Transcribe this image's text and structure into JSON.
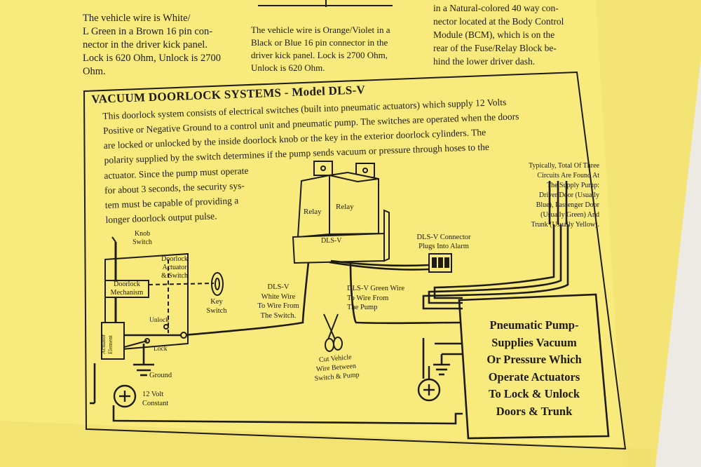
{
  "top": {
    "col1": [
      "The vehicle wire is White/",
      "L Green in a Brown 16 pin con-",
      "nector in the driver kick panel.",
      "Lock is 620 Ohm, Unlock is 2700",
      "Ohm."
    ],
    "col2": [
      "The vehicle wire is Orange/Violet in a",
      "Black or Blue 16 pin connector in the",
      "driver kick panel. Lock is 2700 Ohm,",
      "Unlock is 620 Ohm."
    ],
    "col3": [
      "in a Natural-colored 40 way con-",
      "nector located at the Body Control",
      "Module (BCM), which is on the",
      "rear of the Fuse/Relay Block be-",
      "hind the lower driver dash."
    ]
  },
  "section": {
    "title": "VACUUM DOORLOCK SYSTEMS - Model DLS-V",
    "body_wide": [
      "This doorlock system consists of electrical switches (built into pneumatic actuators) which supply 12 Volts",
      "Positive or Negative Ground to a control unit and pneumatic pump. The switches are operated when the doors",
      "are locked or unlocked by the inside doorlock knob or the key in the exterior doorlock cylinders.  The",
      "polarity supplied by the switch determines if the pump sends vacuum or pressure through hoses to the"
    ],
    "body_narrow": [
      "actuator. Since the pump must operate",
      "for about 3 seconds, the security sys-",
      "tem must be capable of providing a",
      "longer doorlock output pulse."
    ]
  },
  "diagram": {
    "typically_note": [
      "Typically, Total Of Three",
      "Circuits Are Found At",
      "The Supply Pump:",
      "Driver Door (Usually",
      "Blue), Passenger Door",
      "(Usually Green) And",
      "Trunk (Usually Yellow)."
    ],
    "relay1": "Relay",
    "relay2": "Relay",
    "module_label": "DLS-V",
    "connector_label": [
      "DLS-V Connector",
      "Plugs Into Alarm"
    ],
    "knob_switch": [
      "Knob",
      "Switch"
    ],
    "doorlock_actuator": [
      "Doorlock",
      "Actuator",
      "& Switch"
    ],
    "doorlock_mechanism": [
      "Doorlock",
      "Mechanism"
    ],
    "key_switch": [
      "Key",
      "Switch"
    ],
    "unlock": "Unlock",
    "lock": "Lock",
    "actuator_element": [
      "Actuator",
      "Element"
    ],
    "ground": "Ground",
    "twelve_volt": [
      "12 Volt",
      "Constant"
    ],
    "white_wire": [
      "DLS-V",
      "White Wire",
      "To Wire From",
      "The Switch."
    ],
    "green_wire": [
      "DLS-V Green Wire",
      "To Wire From",
      "The Pump"
    ],
    "cut_vehicle": [
      "Cut Vehicle",
      "Wire Between",
      "Switch & Pump"
    ],
    "pump_box": [
      "Pneumatic Pump-",
      "Supplies Vacuum",
      "Or Pressure Which",
      "Operate Actuators",
      "To Lock & Unlock",
      "Doors & Trunk"
    ]
  },
  "colors": {
    "paper": "#f8ea7c",
    "paper_shade": "#ecd864",
    "ink": "#1e1b12",
    "background": "#e7e4dc"
  }
}
